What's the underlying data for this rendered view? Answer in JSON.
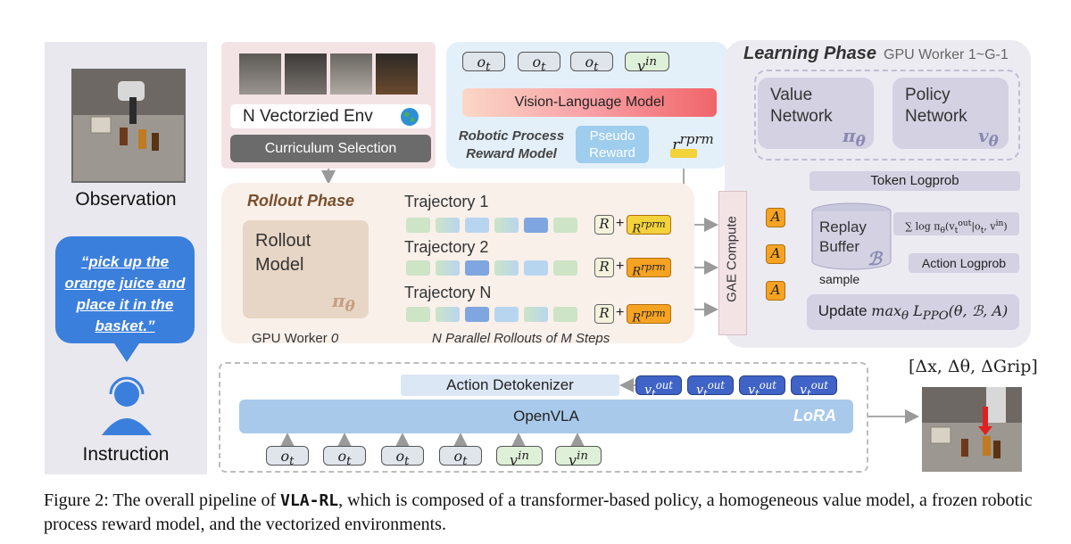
{
  "left": {
    "observation_label": "Observation",
    "instruction_text": "“pick up the orange juice and place it in the basket.”",
    "instruction_label": "Instruction"
  },
  "env": {
    "vectorized_label": "N Vectorzied Env",
    "curriculum_label": "Curriculum Selection"
  },
  "rprm": {
    "tokens": [
      "o_t",
      "o_t",
      "o_t",
      "v^in"
    ],
    "vlm_label": "Vision-Language Model",
    "model_label": "Robotic Process Reward Model",
    "pseudo_reward_label": "Pseudo Reward",
    "output_label": "r^rprm"
  },
  "learning": {
    "title": "Learning Phase",
    "subtitle": "GPU Worker 1~G-1",
    "value_network": "Value Network",
    "value_symbol": "π_θ",
    "policy_network": "Policy Network",
    "policy_symbol": "v_θ",
    "token_logprob": "Token Logprob",
    "gae_label": "GAE Compute",
    "replay_label": "Replay Buffer",
    "replay_symbol": "ℬ",
    "sample_label": "sample",
    "logprob_formula": "Σ log π_θ(v_t^out | o_t, v^in)",
    "action_logprob": "Action Logprob",
    "update_label": "Update max_θ L_PPO(θ, ℬ, A)",
    "advantage_label": "A"
  },
  "rollout": {
    "title": "Rollout Phase",
    "model_label": "Rollout Model",
    "model_symbol": "π_θ",
    "gpu_label": "GPU Worker 0",
    "trajectories": [
      "Trajectory 1",
      "Trajectory 2",
      "Trajectory N"
    ],
    "reward_label": "R",
    "rprm_reward_label": "R^rprm",
    "parallel_label": "N Parallel Rollouts of M Steps",
    "colors": {
      "green": "#cde4c6",
      "blue": "#b8d5ef",
      "mid_blue": "#7fa6e0",
      "orange": "#f6a323"
    }
  },
  "vla": {
    "detokenizer_label": "Action Detokenizer",
    "openvla_label": "OpenVLA",
    "lora_label": "LoRA",
    "output_tokens": [
      "v_t^out",
      "v_t^out",
      "v_t^out",
      "v_t^out"
    ],
    "input_tokens": [
      "o_t",
      "o_t",
      "o_t",
      "o_t",
      "v^in",
      "v^in"
    ],
    "action_label": "[Δx, Δθ, ΔGrip]"
  },
  "caption": {
    "prefix": "Figure 2: The overall pipeline of ",
    "name": "VLA-RL",
    "suffix": ", which is composed of a transformer-based policy, a homogeneous value model, a frozen robotic process reward model, and the vectorized environments."
  }
}
